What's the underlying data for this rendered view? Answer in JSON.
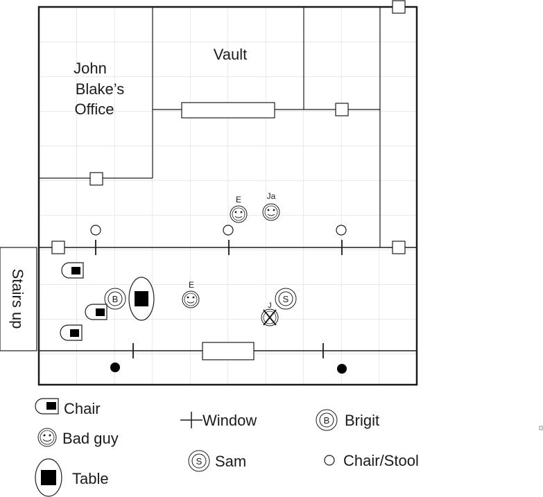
{
  "rooms": {
    "office_line1": "John",
    "office_line2": "Blake’s",
    "office_line3": "Office",
    "vault": "Vault",
    "stairs": "Stairs up"
  },
  "markers": {
    "bad_guy_e_upper": "E",
    "bad_guy_ja": "Ja",
    "bad_guy_e_lower": "E",
    "dead_j": "J",
    "brigit_letter": "B",
    "sam_letter": "S"
  },
  "legend": {
    "chair": "Chair",
    "bad_guy": "Bad guy",
    "table": "Table",
    "window": "Window",
    "sam": "Sam",
    "brigit": "Brigit",
    "chair_stool": "Chair/Stool",
    "brigit_letter": "B",
    "sam_letter": "S"
  },
  "colors": {
    "line": "#1a1a1a",
    "grid": "#d6d6d6",
    "fill": "#ffffff",
    "solid": "#000000"
  },
  "icons": [
    "chair-icon",
    "bad-guy-icon",
    "table-icon",
    "window-icon",
    "brigit-icon",
    "sam-icon",
    "stool-icon",
    "door-icon"
  ]
}
